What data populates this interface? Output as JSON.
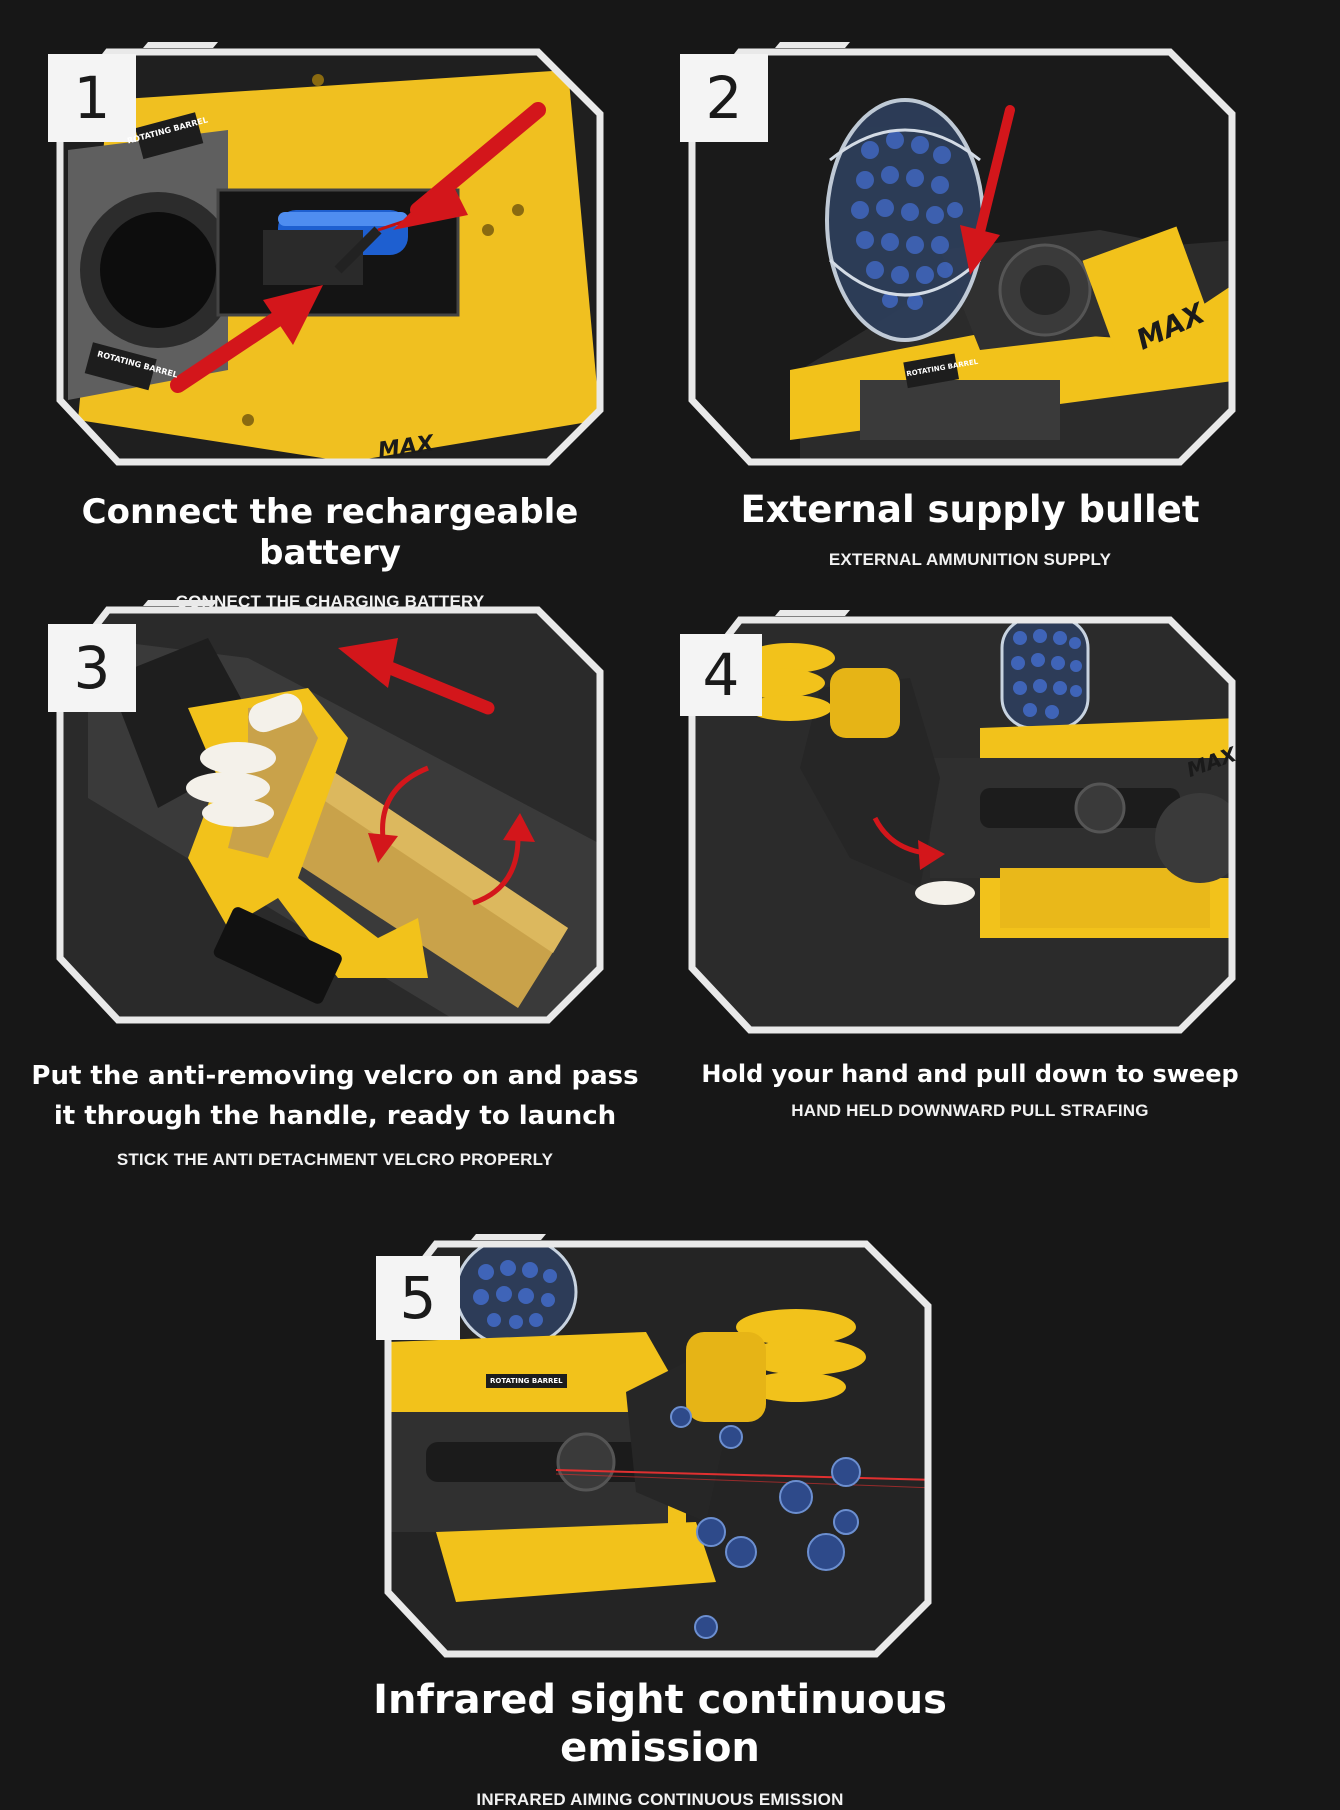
{
  "steps": [
    {
      "number": "1",
      "title": "Connect the rechargeable battery",
      "subtitle": "CONNECT THE CHARGING BATTERY",
      "labels": [
        "ROTATING BARREL",
        "ROTATING BARREL",
        "MAX"
      ]
    },
    {
      "number": "2",
      "title": "External supply bullet",
      "subtitle": "EXTERNAL AMMUNITION SUPPLY",
      "labels": [
        "MAX",
        "ROTATING BARREL"
      ]
    },
    {
      "number": "3",
      "title_line1": "Put the anti-removing velcro on and pass",
      "title_line2": "it through the handle, ready to launch",
      "subtitle": "STICK THE ANTI DETACHMENT VELCRO PROPERLY"
    },
    {
      "number": "4",
      "title": "Hold your hand and pull down to sweep",
      "subtitle": "HAND HELD DOWNWARD PULL STRAFING",
      "labels": [
        "MAX"
      ]
    },
    {
      "number": "5",
      "title": "Infrared sight continuous emission",
      "subtitle": "INFRARED AIMING CONTINUOUS EMISSION",
      "labels": [
        "ROTATING BARREL"
      ]
    }
  ],
  "colors": {
    "background": "#171717",
    "frame": "#e9e9e9",
    "accent_yellow": "#f2c21b",
    "arrow_red": "#d3161b",
    "bead_blue": "#3f64b8"
  }
}
